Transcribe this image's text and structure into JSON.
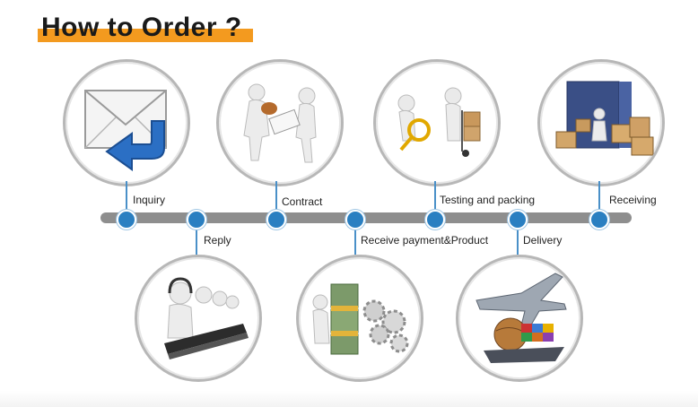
{
  "title": "How to Order ?",
  "colors": {
    "accent": "#f39a1f",
    "timeline": "#8e8e8e",
    "node": "#2a7fc1"
  },
  "steps": {
    "inquiry": "Inquiry",
    "reply": "Reply",
    "contract": "Contract",
    "payment": "Receive payment&Product",
    "testing": "Testing and packing",
    "delivery": "Delivery",
    "receiving": "Receiving"
  },
  "icons": {
    "inquiry": "envelope-reply-icon",
    "reply": "call-center-icon",
    "contract": "handshake-contract-icon",
    "payment": "money-gears-icon",
    "testing": "inspection-cart-icon",
    "delivery": "plane-ship-globe-icon",
    "receiving": "container-boxes-icon"
  }
}
